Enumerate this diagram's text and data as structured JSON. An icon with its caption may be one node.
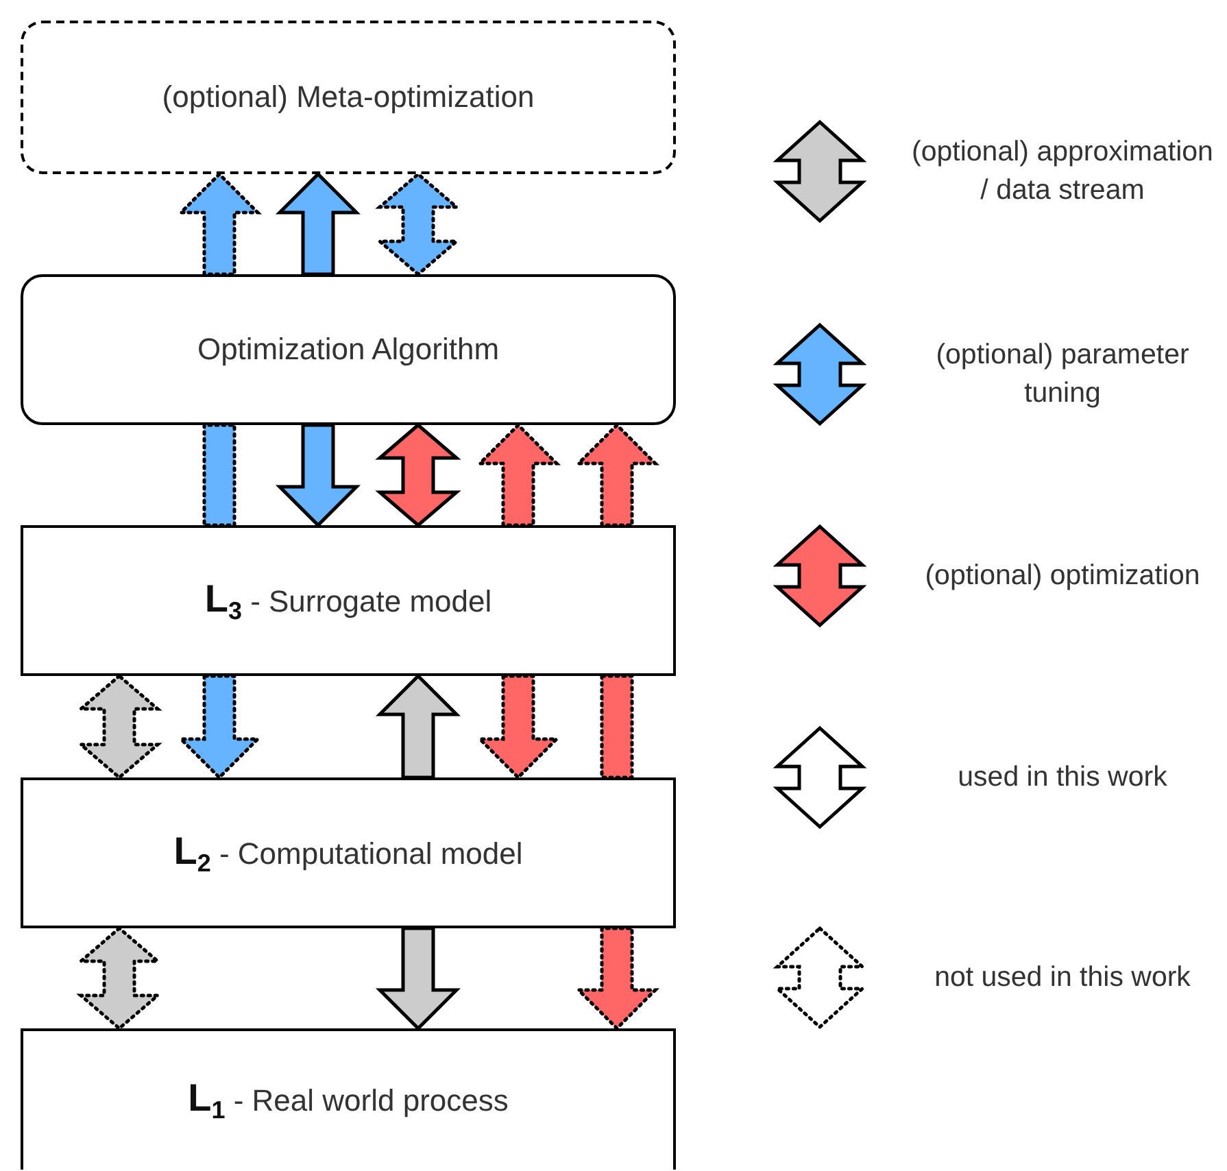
{
  "diagram": {
    "nodes": [
      {
        "text": [
          "(optional) Meta-optimization"
        ]
      },
      {
        "text": [
          "Optimization Algorithm"
        ]
      },
      {
        "text": [
          "**L**$_{3}$ - Surrogate model"
        ]
      },
      {
        "text": [
          "**L**$_{2}$ - Computational model"
        ]
      },
      {
        "text": [
          "**L**$_{1}$ - Real world process"
        ]
      }
    ],
    "edges": [
      {
        "from": 1,
        "to": 0,
        "arrow": "to",
        "style": "dashed",
        "color": "#66b3ff"
      },
      {
        "from": 1,
        "to": 0,
        "arrow": "to",
        "color": "#66b3ff"
      },
      {
        "from": 1,
        "to": 0,
        "arrow": "both",
        "style": "dashed",
        "color": "#66b3ff"
      },
      {
        "from": 1,
        "to": 2,
        "arrow": "none",
        "style": "dashed",
        "color": "#66b3ff"
      },
      {
        "from": 1,
        "to": 2,
        "arrow": "to",
        "color": "#66b3ff"
      },
      {
        "from": 1,
        "to": 2,
        "arrow": "both",
        "color": "#ff6666"
      },
      {
        "from": 2,
        "to": 1,
        "arrow": "to",
        "style": "dashed",
        "color": "#ff6666"
      },
      {
        "from": 2,
        "to": 1,
        "arrow": "to",
        "style": "dashed",
        "color": "#ff6666"
      },
      {
        "from": 2,
        "to": 3,
        "arrow": "both",
        "style": "dashed",
        "color": "#cccccc"
      },
      {
        "from": 2,
        "to": 3,
        "arrow": "to",
        "style": "dashed",
        "color": "#66b3ff"
      },
      {
        "from": 3,
        "to": 2,
        "arrow": "to",
        "color": "#cccccc"
      },
      {
        "from": 2,
        "to": 3,
        "arrow": "to",
        "style": "dashed",
        "color": "#ff6666"
      },
      {
        "from": 2,
        "to": 3,
        "arrow": "none",
        "style": "dashed",
        "color": "#ff6666"
      },
      {
        "from": 3,
        "to": 4,
        "arrow": "both",
        "style": "dashed",
        "color": "#cccccc"
      },
      {
        "from": 3,
        "to": 4,
        "arrow": "to",
        "color": "#cccccc"
      },
      {
        "from": 3,
        "to": 4,
        "arrow": "to",
        "style": "dashed",
        "color": "#ff6666"
      }
    ],
    "legend": [
      {
        "text": "(optional) approximation / data stream",
        "color": "#cccccc"
      },
      {
        "text": "(optional) parameter tuning",
        "color": "#66b3ff"
      },
      {
        "text": "(optional) optimization",
        "color": "#ff6666"
      },
      {
        "text": "used in this work"
      },
      {
        "text": "not used in this work"
      }
    ]
  }
}
